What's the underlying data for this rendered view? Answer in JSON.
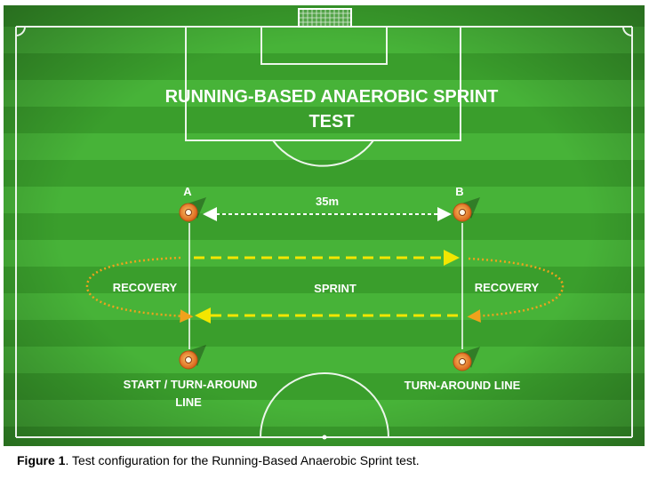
{
  "title": [
    "RUNNING-BASED ANAEROBIC SPRINT",
    "TEST"
  ],
  "markers": {
    "a": "A",
    "b": "B"
  },
  "distance_label": "35m",
  "zones": {
    "left": "RECOVERY",
    "center": "SPRINT",
    "right": "RECOVERY"
  },
  "lines": {
    "start": [
      "START / TURN-AROUND",
      "LINE"
    ],
    "turn": "TURN-AROUND LINE"
  },
  "caption": {
    "label": "Figure 1",
    "text": ". Test configuration for the Running-Based Anaerobic Sprint test."
  },
  "colors": {
    "grass_dark": "#2e8b22",
    "grass_light": "#45b136",
    "sprint_arrow": "#f2e600",
    "recovery_arrow": "#f0a21c",
    "cone": "#e8731c"
  }
}
